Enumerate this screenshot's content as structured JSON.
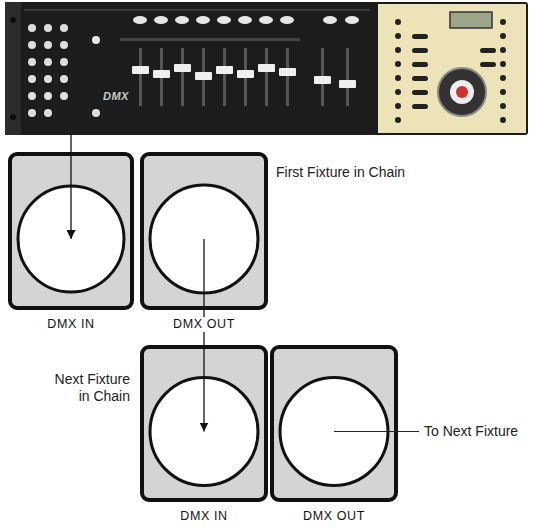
{
  "diagram": {
    "nodes": [
      {
        "text": [
          "DMX"
        ]
      },
      {
        "text": [
          "DMX IN"
        ]
      },
      {
        "text": [
          "DMX OUT"
        ]
      },
      {
        "text": [
          "DMX IN"
        ]
      },
      {
        "text": [
          "DMX OUT"
        ]
      }
    ],
    "edges": [
      {
        "from": 0,
        "to": 1,
        "arrow": "to"
      },
      {
        "from": 2,
        "to": 3,
        "arrow": "to"
      }
    ],
    "labels": [
      "First Fixture in Chain",
      "Next Fixture in Chain",
      "To Next Fixture"
    ]
  }
}
